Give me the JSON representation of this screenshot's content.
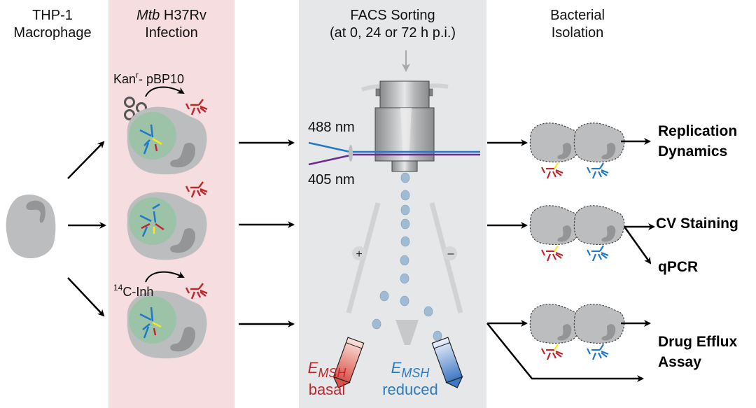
{
  "columns": {
    "macrophage": {
      "line1": "THP-1",
      "line2": "Macrophage"
    },
    "infection": {
      "italic": "Mtb",
      "line1_rest": " H37Rv",
      "line2": "Infection"
    },
    "facs": {
      "line1": "FACS Sorting",
      "line2": "(at 0, 24 or 72 h p.i.)"
    },
    "isolation": {
      "line1": "Bacterial",
      "line2": "Isolation"
    }
  },
  "infection_labels": {
    "plasmid_base": "Kan",
    "plasmid_sup": "r",
    "plasmid_rest": "- pBP10",
    "isotope_sup": "14",
    "isotope_rest": "C-Inh"
  },
  "lasers": {
    "blue": "488 nm",
    "violet": "405 nm"
  },
  "electrodes": {
    "positive": "+",
    "negative": "–"
  },
  "tubes": {
    "left": {
      "symbol": "E",
      "subscript": "MSH",
      "state": "basal",
      "color": "#c0272d"
    },
    "right": {
      "symbol": "E",
      "subscript": "MSH",
      "state": "reduced",
      "color": "#2a7bc0"
    }
  },
  "outputs": {
    "replication": [
      "Replication",
      "Dynamics"
    ],
    "cv": "CV Staining",
    "qpcr": "qPCR",
    "efflux": [
      "Drug Efflux",
      "Assay"
    ]
  },
  "colors": {
    "infection_panel": "#f5dde0",
    "facs_panel": "#e6e7e9",
    "cell_gray": "#bcbdbf",
    "nucleus_gray": "#949597",
    "vacuole_green": "#9cc3a8",
    "mtb_red": "#c0272d",
    "mtb_blue": "#1f78c8",
    "mtb_yellow": "#f4e91e",
    "laser_blue": "#1f78c8",
    "laser_violet": "#6a2c91"
  }
}
